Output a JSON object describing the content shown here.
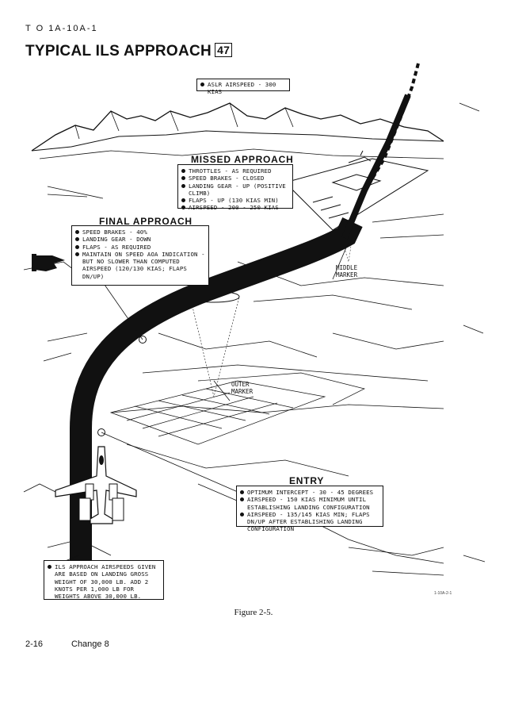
{
  "header": {
    "document_id": "T O  1A-10A-1"
  },
  "title": {
    "text": "TYPICAL ILS APPROACH",
    "figure_badge": "47"
  },
  "callouts": {
    "aslr": {
      "items": [
        "ASLR AIRSPEED - 300 KIAS"
      ]
    },
    "missed_approach": {
      "heading": "MISSED APPROACH",
      "items": [
        "THROTTLES - AS REQUIRED",
        "SPEED BRAKES - CLOSED",
        "LANDING GEAR - UP (POSITIVE CLIMB)",
        "FLAPS - UP (130 KIAS MIN)",
        "AIRSPEED - 200 - 250 KIAS"
      ]
    },
    "final_approach": {
      "heading": "FINAL APPROACH",
      "items": [
        "SPEED BRAKES - 40%",
        "LANDING GEAR - DOWN",
        "FLAPS - AS REQUIRED",
        "MAINTAIN ON SPEED AOA INDICATION - BUT NO SLOWER THAN COMPUTED AIRSPEED (120/130 KIAS; FLAPS DN/UP)"
      ]
    },
    "entry": {
      "heading": "ENTRY",
      "items": [
        "OPTIMUM INTERCEPT - 30 - 45 DEGREES",
        "AIRSPEED - 150 KIAS MINIMUM UNTIL ESTABLISHING LANDING CONFIGURATION",
        "AIRSPEED - 135/145 KIAS MIN; FLAPS DN/UP AFTER ESTABLISHING LANDING CONFIGURATION"
      ]
    },
    "note": {
      "items": [
        "ILS APPROACH AIRSPEEDS GIVEN ARE BASED ON LANDING GROSS WEIGHT OF 30,000 LB.  ADD 2 KNOTS PER 1,000 LB FOR WEIGHTS ABOVE 30,000 LB."
      ]
    }
  },
  "markers": {
    "middle": "MIDDLE\nMARKER",
    "outer": "OUTER\nMARKER"
  },
  "art_code": "1-10A-2-1",
  "footer": {
    "figure_caption": "Figure 2-5.",
    "page_number": "2-16",
    "change_label": "Change 8"
  },
  "icons": {
    "pointing_hand": "pointing-hand-icon",
    "aircraft": "a10-aircraft-icon"
  }
}
